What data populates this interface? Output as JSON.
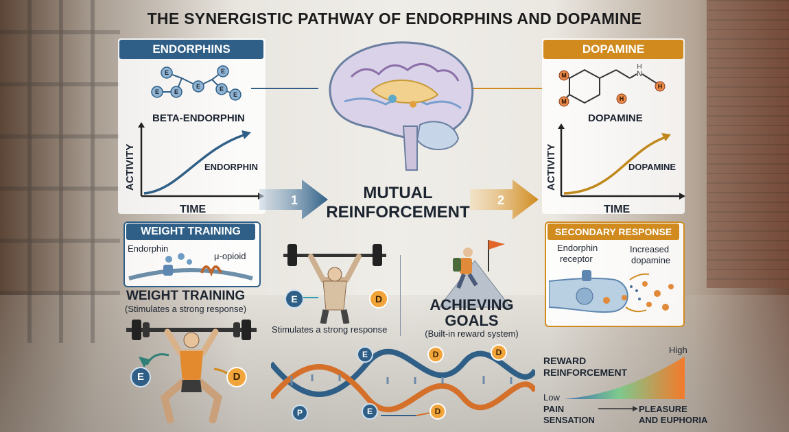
{
  "title": "THE SYNERGISTIC PATHWAY OF ENDORPHINS AND DOPAMINE",
  "colors": {
    "blue": "#2f5f86",
    "orange": "#d08a1e",
    "dark": "#1c2430"
  },
  "endorphins": {
    "header": "ENDORPHINS",
    "molecule_label": "BETA-ENDORPHIN",
    "molecule_node": "E",
    "graph": {
      "ylabel": "ACTIVITY",
      "xlabel": "TIME",
      "curve_label": "ENDORPHIN"
    },
    "weight_box": {
      "header": "WEIGHT TRAINING",
      "endorphin": "Endorphin",
      "receptor": "μ-opioid"
    },
    "weight_title": "WEIGHT TRAINING",
    "weight_sub": "(Stimulates a strong response)",
    "e_badge": "E",
    "d_badge": "D"
  },
  "dopamine": {
    "header": "DOPAMINE",
    "molecule_label": "DOPAMINE",
    "atoms": {
      "m": "M",
      "h": "H",
      "n": "N"
    },
    "graph": {
      "ylabel": "ACTIVITY",
      "xlabel": "TIME",
      "curve_label": "DOPAMINE"
    },
    "secondary": {
      "header": "SECONDARY RESPONSE",
      "receptor_line1": "Endorphin",
      "receptor_line2": "receptor",
      "increased_line1": "Increased",
      "increased_line2": "dopamine"
    }
  },
  "center": {
    "step1": "1",
    "step2": "2",
    "mutual_line1": "MUTUAL",
    "mutual_line2": "REINFORCEMENT",
    "lift_caption": "Stimulates a strong response",
    "lift_e": "E",
    "lift_d": "D",
    "goals_line1": "ACHIEVING",
    "goals_line2": "GOALS",
    "goals_sub": "(Built-in reward system)",
    "dna_e": "E",
    "dna_d": "D",
    "dna_p": "P"
  },
  "reward": {
    "title_line1": "REWARD",
    "title_line2": "REINFORCEMENT",
    "high": "High",
    "low": "Low",
    "pain_line1": "PAIN",
    "pain_line2": "SENSATION",
    "pleasure_line1": "PLEASURE",
    "pleasure_line2": "AND EUPHORIA"
  }
}
